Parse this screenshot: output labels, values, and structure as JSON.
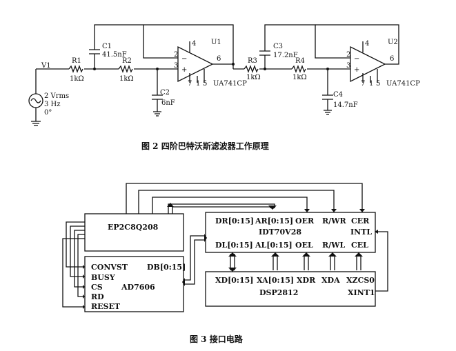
{
  "fig2": {
    "caption": "图 2   四阶巴特沃斯滤波器工作原理",
    "source": {
      "name": "V1",
      "amp": "2 Vrms",
      "freq": "3 Hz",
      "phase": "0°"
    },
    "r1": {
      "name": "R1",
      "value": "1kΩ"
    },
    "r2": {
      "name": "R2",
      "value": "1kΩ"
    },
    "r3": {
      "name": "R3",
      "value": "1kΩ"
    },
    "r4": {
      "name": "R4",
      "value": "1kΩ"
    },
    "c1": {
      "name": "C1",
      "value": "41.5nF"
    },
    "c2": {
      "name": "C2",
      "value": "6nF"
    },
    "c3": {
      "name": "C3",
      "value": "17.2nF"
    },
    "c4": {
      "name": "C4",
      "value": "14.7nF"
    },
    "u1": {
      "name": "U1",
      "part": "UA741CP",
      "pins": {
        "p2": "2",
        "p3": "3",
        "p4": "4",
        "p6": "6",
        "p7": "7",
        "p1": "1",
        "p5": "5"
      },
      "minus": "−",
      "plus": "+"
    },
    "u2": {
      "name": "U2",
      "part": "UA741CP",
      "pins": {
        "p2": "2",
        "p3": "3",
        "p4": "4",
        "p6": "6",
        "p7": "7",
        "p1": "1",
        "p5": "5"
      },
      "minus": "−",
      "plus": "+"
    }
  },
  "fig3": {
    "caption": "图 3   接口电路",
    "fpga": {
      "label": "EP2C8Q208"
    },
    "adc": {
      "pins": [
        "CONVST",
        "BUSY",
        "CS",
        "RD",
        "RESET"
      ],
      "db": "DB[0:15]",
      "name": "AD7606"
    },
    "dpram": {
      "top": [
        "DR[0:15]",
        "AR[0:15]",
        "OER",
        "R/WR",
        "CER"
      ],
      "name": "IDT70V28",
      "intl": "INTL",
      "bottom": [
        "DL[0:15]",
        "AL[0:15]",
        "OEL",
        "R/WL",
        "CEL"
      ]
    },
    "dsp": {
      "pins": [
        "XD[0:15]",
        "XA[0:15]",
        "XDR",
        "XDA",
        "XZCS0"
      ],
      "name": "DSP2812",
      "xint": "XINT1"
    }
  }
}
